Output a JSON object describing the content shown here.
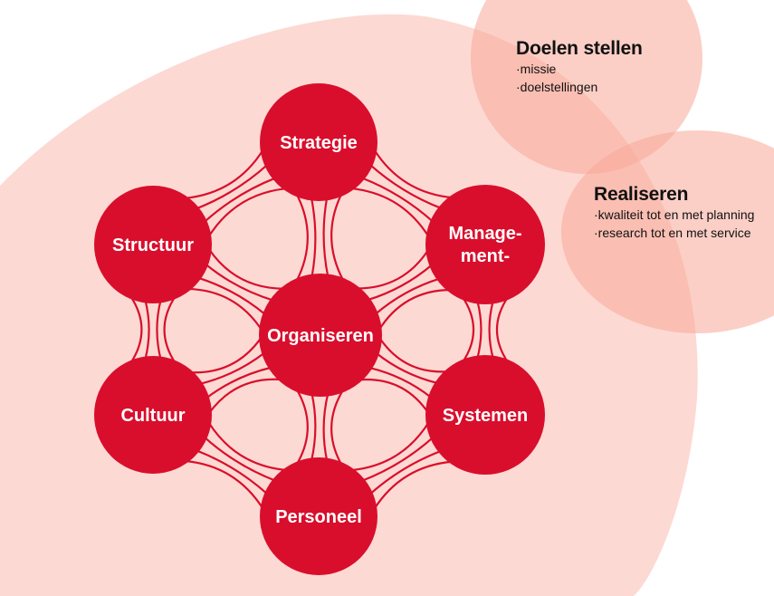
{
  "colors": {
    "blob": "#fdd9d3",
    "overlay": "#f7a898",
    "node": "#d90e2c",
    "connector": "#d90e2c",
    "node_text": "#ffffff",
    "info_text": "#111111"
  },
  "center": {
    "label": "Organiseren"
  },
  "nodes": [
    {
      "id": "strategie",
      "label": "Strategie"
    },
    {
      "id": "management",
      "label": "Manage-",
      "label2": "ment-"
    },
    {
      "id": "systemen",
      "label": "Systemen"
    },
    {
      "id": "personeel",
      "label": "Personeel"
    },
    {
      "id": "cultuur",
      "label": "Cultuur"
    },
    {
      "id": "structuur",
      "label": "Structuur"
    }
  ],
  "goals": {
    "title": "Doelen stellen",
    "items": [
      "missie",
      "doelstellingen"
    ]
  },
  "realise": {
    "title": "Realiseren",
    "items": [
      "kwaliteit tot en met planning",
      "research tot en met service"
    ]
  }
}
